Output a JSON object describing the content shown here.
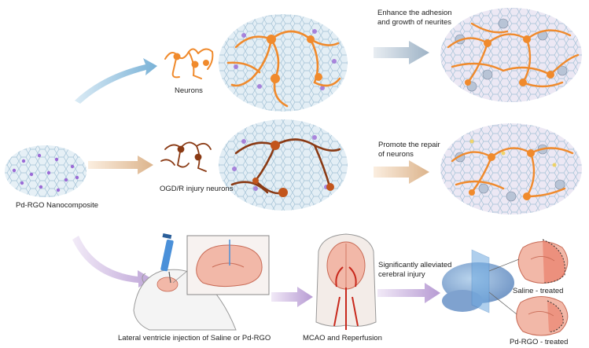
{
  "labels": {
    "neurons": "Neurons",
    "enhance_line1": "Enhance the adhesion",
    "enhance_line2": "and growth of neurites",
    "nanocomposite": "Pd-RGO Nanocomposite",
    "ogdr": "OGD/R injury neurons",
    "repair_line1": "Promote the repair",
    "repair_line2": "of neurons",
    "injection": "Lateral ventricle injection of Saline or Pd-RGO",
    "mcao": "MCAO and Reperfusion",
    "alleviated_line1": "Significantly alleviated",
    "alleviated_line2": "cerebral injury",
    "saline": "Saline - treated",
    "pdrgo": "Pd-RGO - treated"
  },
  "colors": {
    "neuron_orange": "#f08a2c",
    "injured_brown": "#8a3a14",
    "sheet_blue": "#c9dbe8",
    "pd_purple": "#9b6bd6",
    "arrow_blue": "#7fb6d8",
    "arrow_tan": "#e8c9a8",
    "arrow_lilac": "#c9b4de",
    "brain_pink": "#f2b8a8",
    "electron_gray": "#b8c4d6"
  }
}
